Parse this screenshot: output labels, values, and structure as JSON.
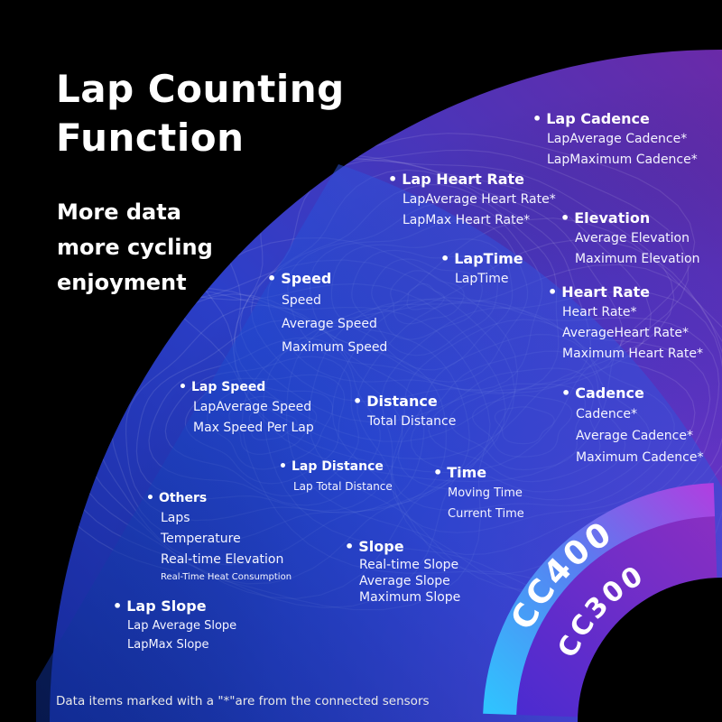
{
  "title_lines": [
    "Lap Counting",
    "Function"
  ],
  "subtitle_lines": [
    "More data",
    "more cycling",
    "enjoyment"
  ],
  "groups": [
    {
      "heading": "Lap Cadence",
      "items": [
        "LapAverage Cadence*",
        "LapMaximum Cadence*"
      ]
    },
    {
      "heading": "Lap Heart Rate",
      "items": [
        "LapAverage Heart Rate*",
        "LapMax Heart Rate*"
      ]
    },
    {
      "heading": "Elevation",
      "items": [
        "Average Elevation",
        "Maximum Elevation"
      ]
    },
    {
      "heading": "LapTime",
      "items": [
        "LapTime"
      ]
    },
    {
      "heading": "Heart Rate",
      "items": [
        "Heart Rate*",
        "AverageHeart Rate*",
        "Maximum Heart Rate*"
      ]
    },
    {
      "heading": "Speed",
      "items": [
        "Speed",
        "Average Speed",
        "Maximum Speed"
      ]
    },
    {
      "heading": "Lap Speed",
      "items": [
        "LapAverage Speed",
        "Max Speed Per Lap"
      ]
    },
    {
      "heading": "Distance",
      "items": [
        "Total Distance"
      ]
    },
    {
      "heading": "Cadence",
      "items": [
        "Cadence*",
        "Average Cadence*",
        "Maximum Cadence*"
      ]
    },
    {
      "heading": "Lap Distance",
      "items": [
        "Lap Total Distance"
      ]
    },
    {
      "heading": "Time",
      "items": [
        "Moving Time",
        "Current Time"
      ]
    },
    {
      "heading": "Others",
      "items": [
        "Laps",
        "Temperature",
        "Real-time Elevation",
        "Real-Time Heat Consumption"
      ]
    },
    {
      "heading": "Slope",
      "items": [
        "Real-time Slope",
        "Average Slope",
        "Maximum Slope"
      ]
    },
    {
      "heading": "Lap Slope",
      "items": [
        "Lap Average Slope",
        "LapMax Slope"
      ]
    }
  ],
  "models": {
    "outer": "CC400",
    "inner": "CC300"
  },
  "footnote": "Data items marked with a \"*\"are from the connected sensors",
  "colors": {
    "background": "#000000",
    "fan_blue": "#1d46d8",
    "fan_purple": "#8a2fc2",
    "band_cyan": "#39c8ff",
    "band_violet": "#6d2bd9"
  }
}
